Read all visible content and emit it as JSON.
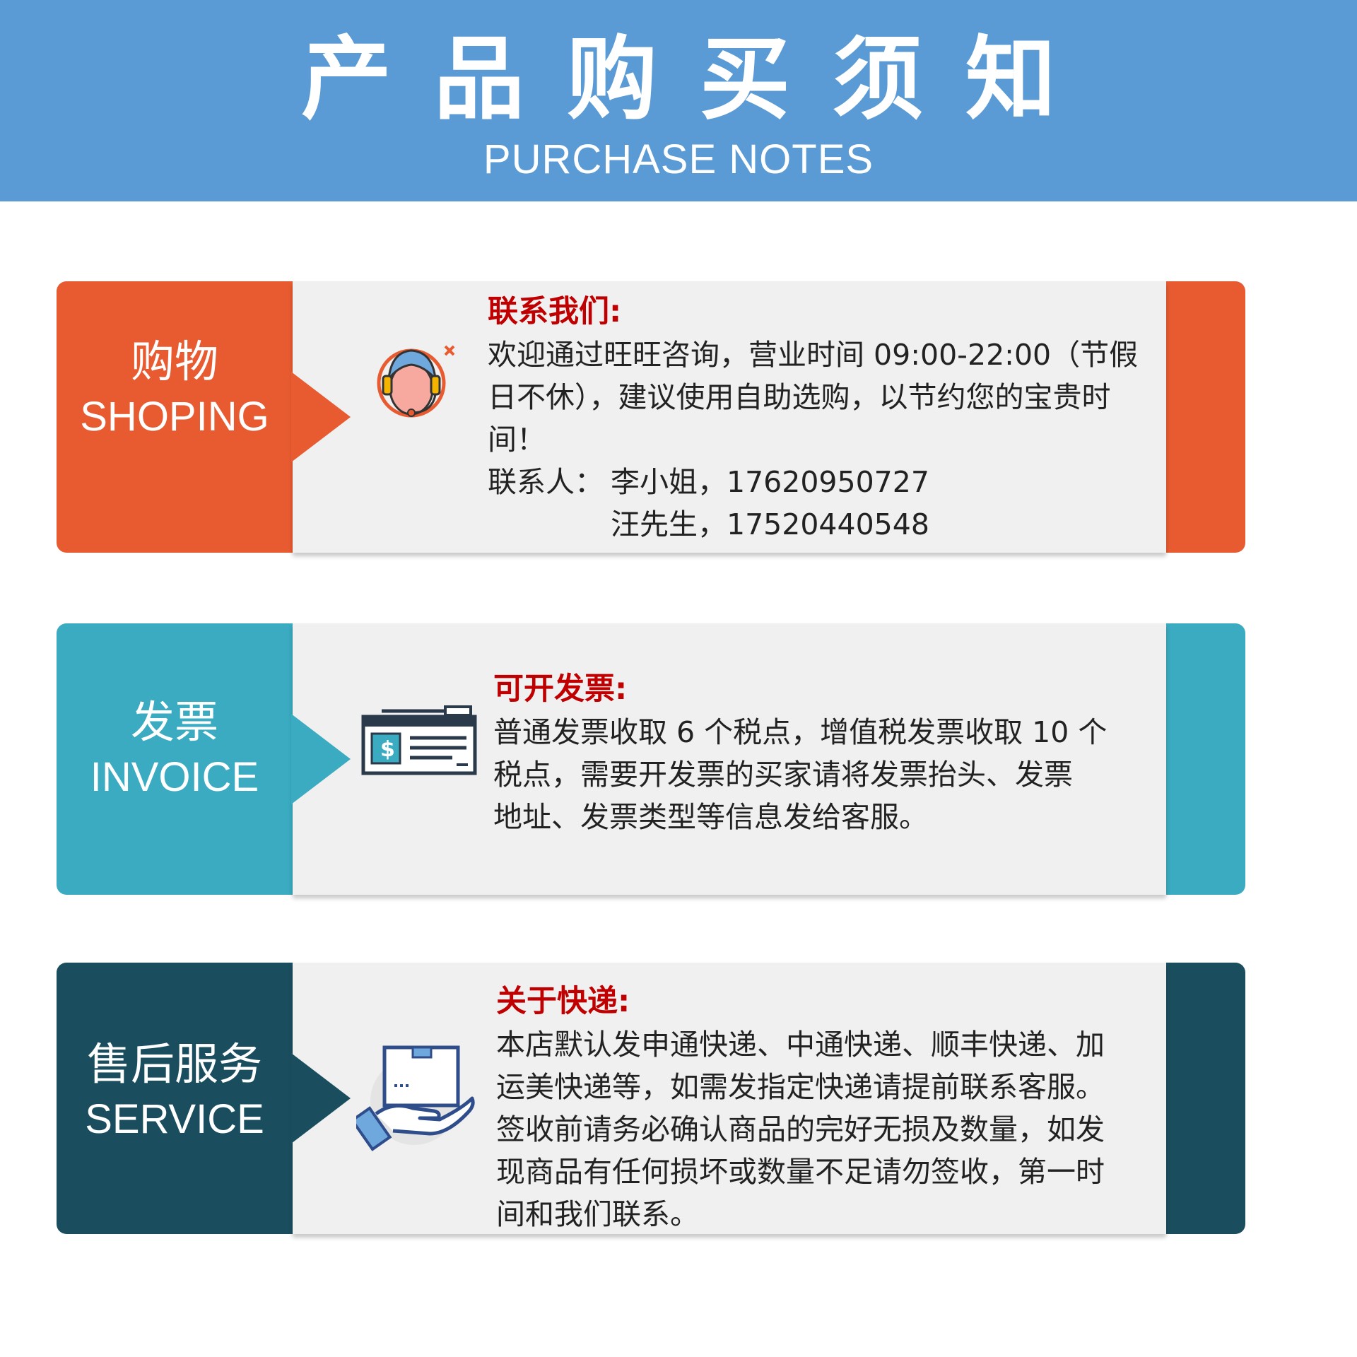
{
  "header": {
    "title": "产品购买须知",
    "subtitle": "PURCHASE NOTES"
  },
  "colors": {
    "header_bg": "#5b9bd5",
    "shopping": "#e85b31",
    "invoice": "#3aabc0",
    "service": "#1a4e5f",
    "heading_red": "#c00000"
  },
  "sections": {
    "shopping": {
      "label_zh": "购物",
      "label_en": "SHOPING",
      "icon": "customer-service-headset-icon",
      "heading": "联系我们:",
      "lines": [
        "欢迎通过旺旺咨询，营业时间 09:00-22:00（节假",
        "日不休），建议使用自助选购，以节约您的宝贵时",
        "间！"
      ],
      "contact_label": "联系人：",
      "contacts": [
        "李小姐，17620950727",
        "汪先生，17520440548"
      ]
    },
    "invoice": {
      "label_zh": "发票",
      "label_en": "INVOICE",
      "icon": "check-invoice-icon",
      "heading": "可开发票:",
      "lines": [
        "普通发票收取 6 个税点，增值税发票收取 10 个",
        "税点，需要开发票的买家请将发票抬头、发票",
        "地址、发票类型等信息发给客服。"
      ]
    },
    "service": {
      "label_zh": "售后服务",
      "label_en": "SERVICE",
      "icon": "hand-holding-package-icon",
      "heading": "关于快递:",
      "lines": [
        "本店默认发申通快递、中通快递、顺丰快递、加",
        "运美快递等，如需发指定快递请提前联系客服。",
        "签收前请务必确认商品的完好无损及数量，如发",
        "现商品有任何损坏或数量不足请勿签收，第一时",
        "间和我们联系。"
      ]
    }
  }
}
